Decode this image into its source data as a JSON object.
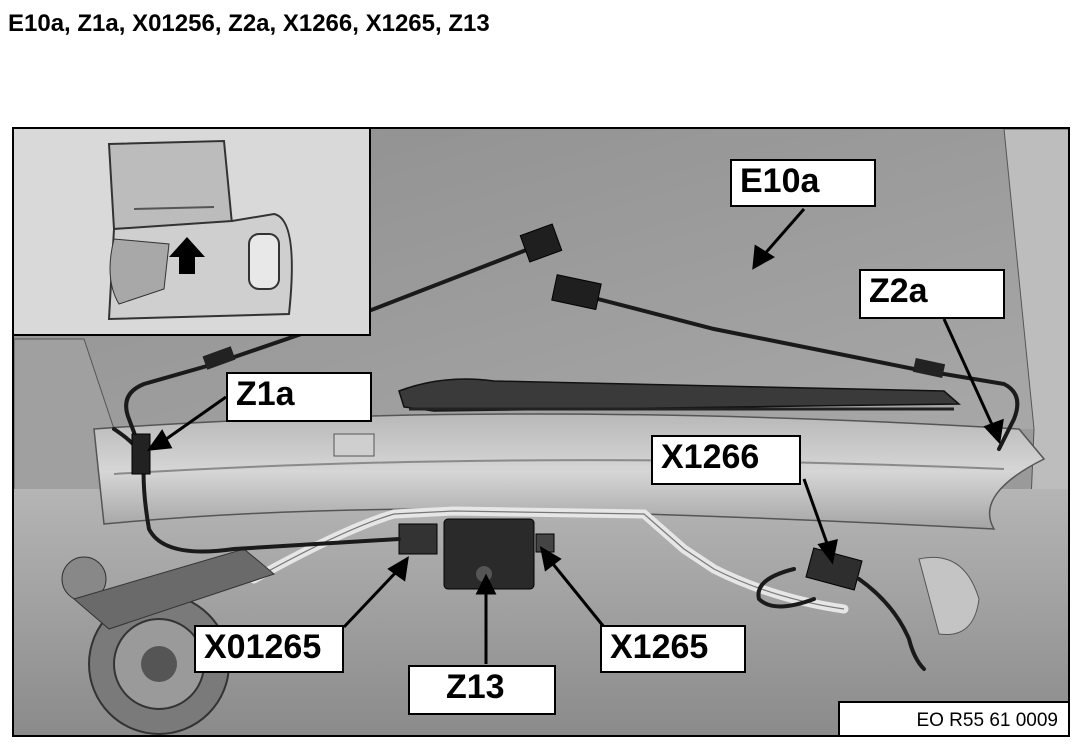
{
  "title": "E10a, Z1a, X01256, Z2a, X1266, X1265, Z13",
  "labels": {
    "e10a": "E10a",
    "z2a": "Z2a",
    "z1a": "Z1a",
    "x1266": "X1266",
    "x01265": "X01265",
    "x1265": "X1265",
    "z13": "Z13"
  },
  "reference": "EO R55 61 0009",
  "colors": {
    "callout_border": "#000000",
    "callout_fill": "#ffffff",
    "background": "#9a9a9a"
  }
}
